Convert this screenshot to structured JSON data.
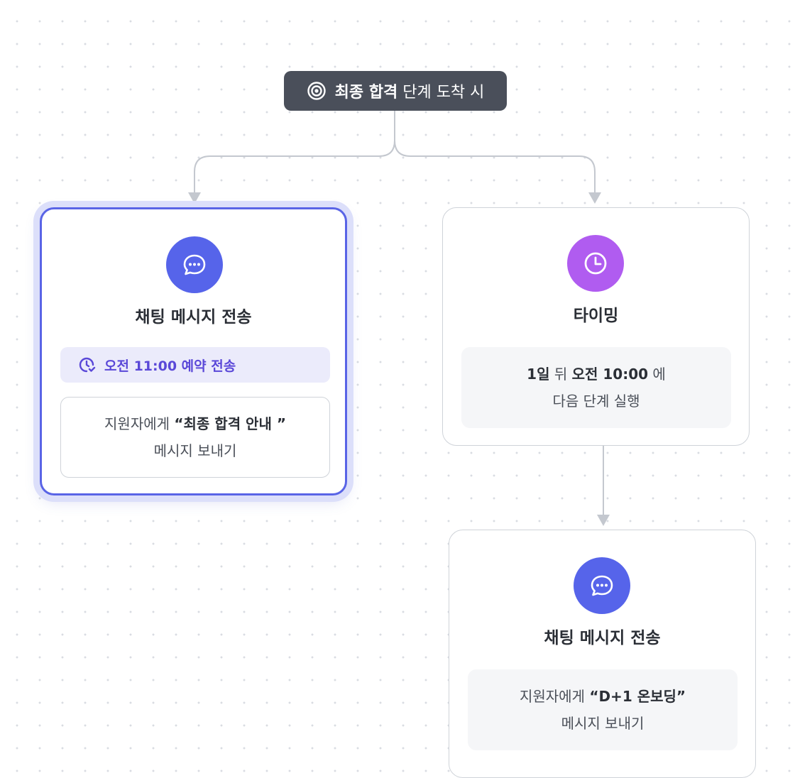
{
  "trigger": {
    "stage_name": "최종 합격",
    "suffix": "단계 도착 시",
    "icon": "target-icon"
  },
  "nodes": {
    "chat_message_1": {
      "icon": "chat-bubble-icon",
      "icon_color": "#5664ea",
      "title": "채팅 메시지 전송",
      "schedule_badge": {
        "icon": "clock-schedule-icon",
        "text": "오전 11:00 예약 전송"
      },
      "description": {
        "prefix": "지원자에게",
        "message_name": "“최종 합격 안내 ”",
        "suffix": "메시지 보내기"
      },
      "selected": true
    },
    "timing": {
      "icon": "clock-icon",
      "icon_color": "#b05cf0",
      "title": "타이밍",
      "description": {
        "days": "1일",
        "after": "뒤",
        "time": "오전 10:00",
        "particle": "에",
        "line2": "다음 단계 실행"
      }
    },
    "chat_message_2": {
      "icon": "chat-bubble-icon",
      "icon_color": "#5664ea",
      "title": "채팅 메시지 전송",
      "description": {
        "prefix": "지원자에게",
        "message_name": "“D+1 온보딩”",
        "suffix": "메시지 보내기"
      }
    }
  },
  "colors": {
    "accent": "#5964e6",
    "trigger_bg": "#4a4f5a",
    "badge_text": "#5a48d8",
    "connector": "#c4c8cf"
  }
}
